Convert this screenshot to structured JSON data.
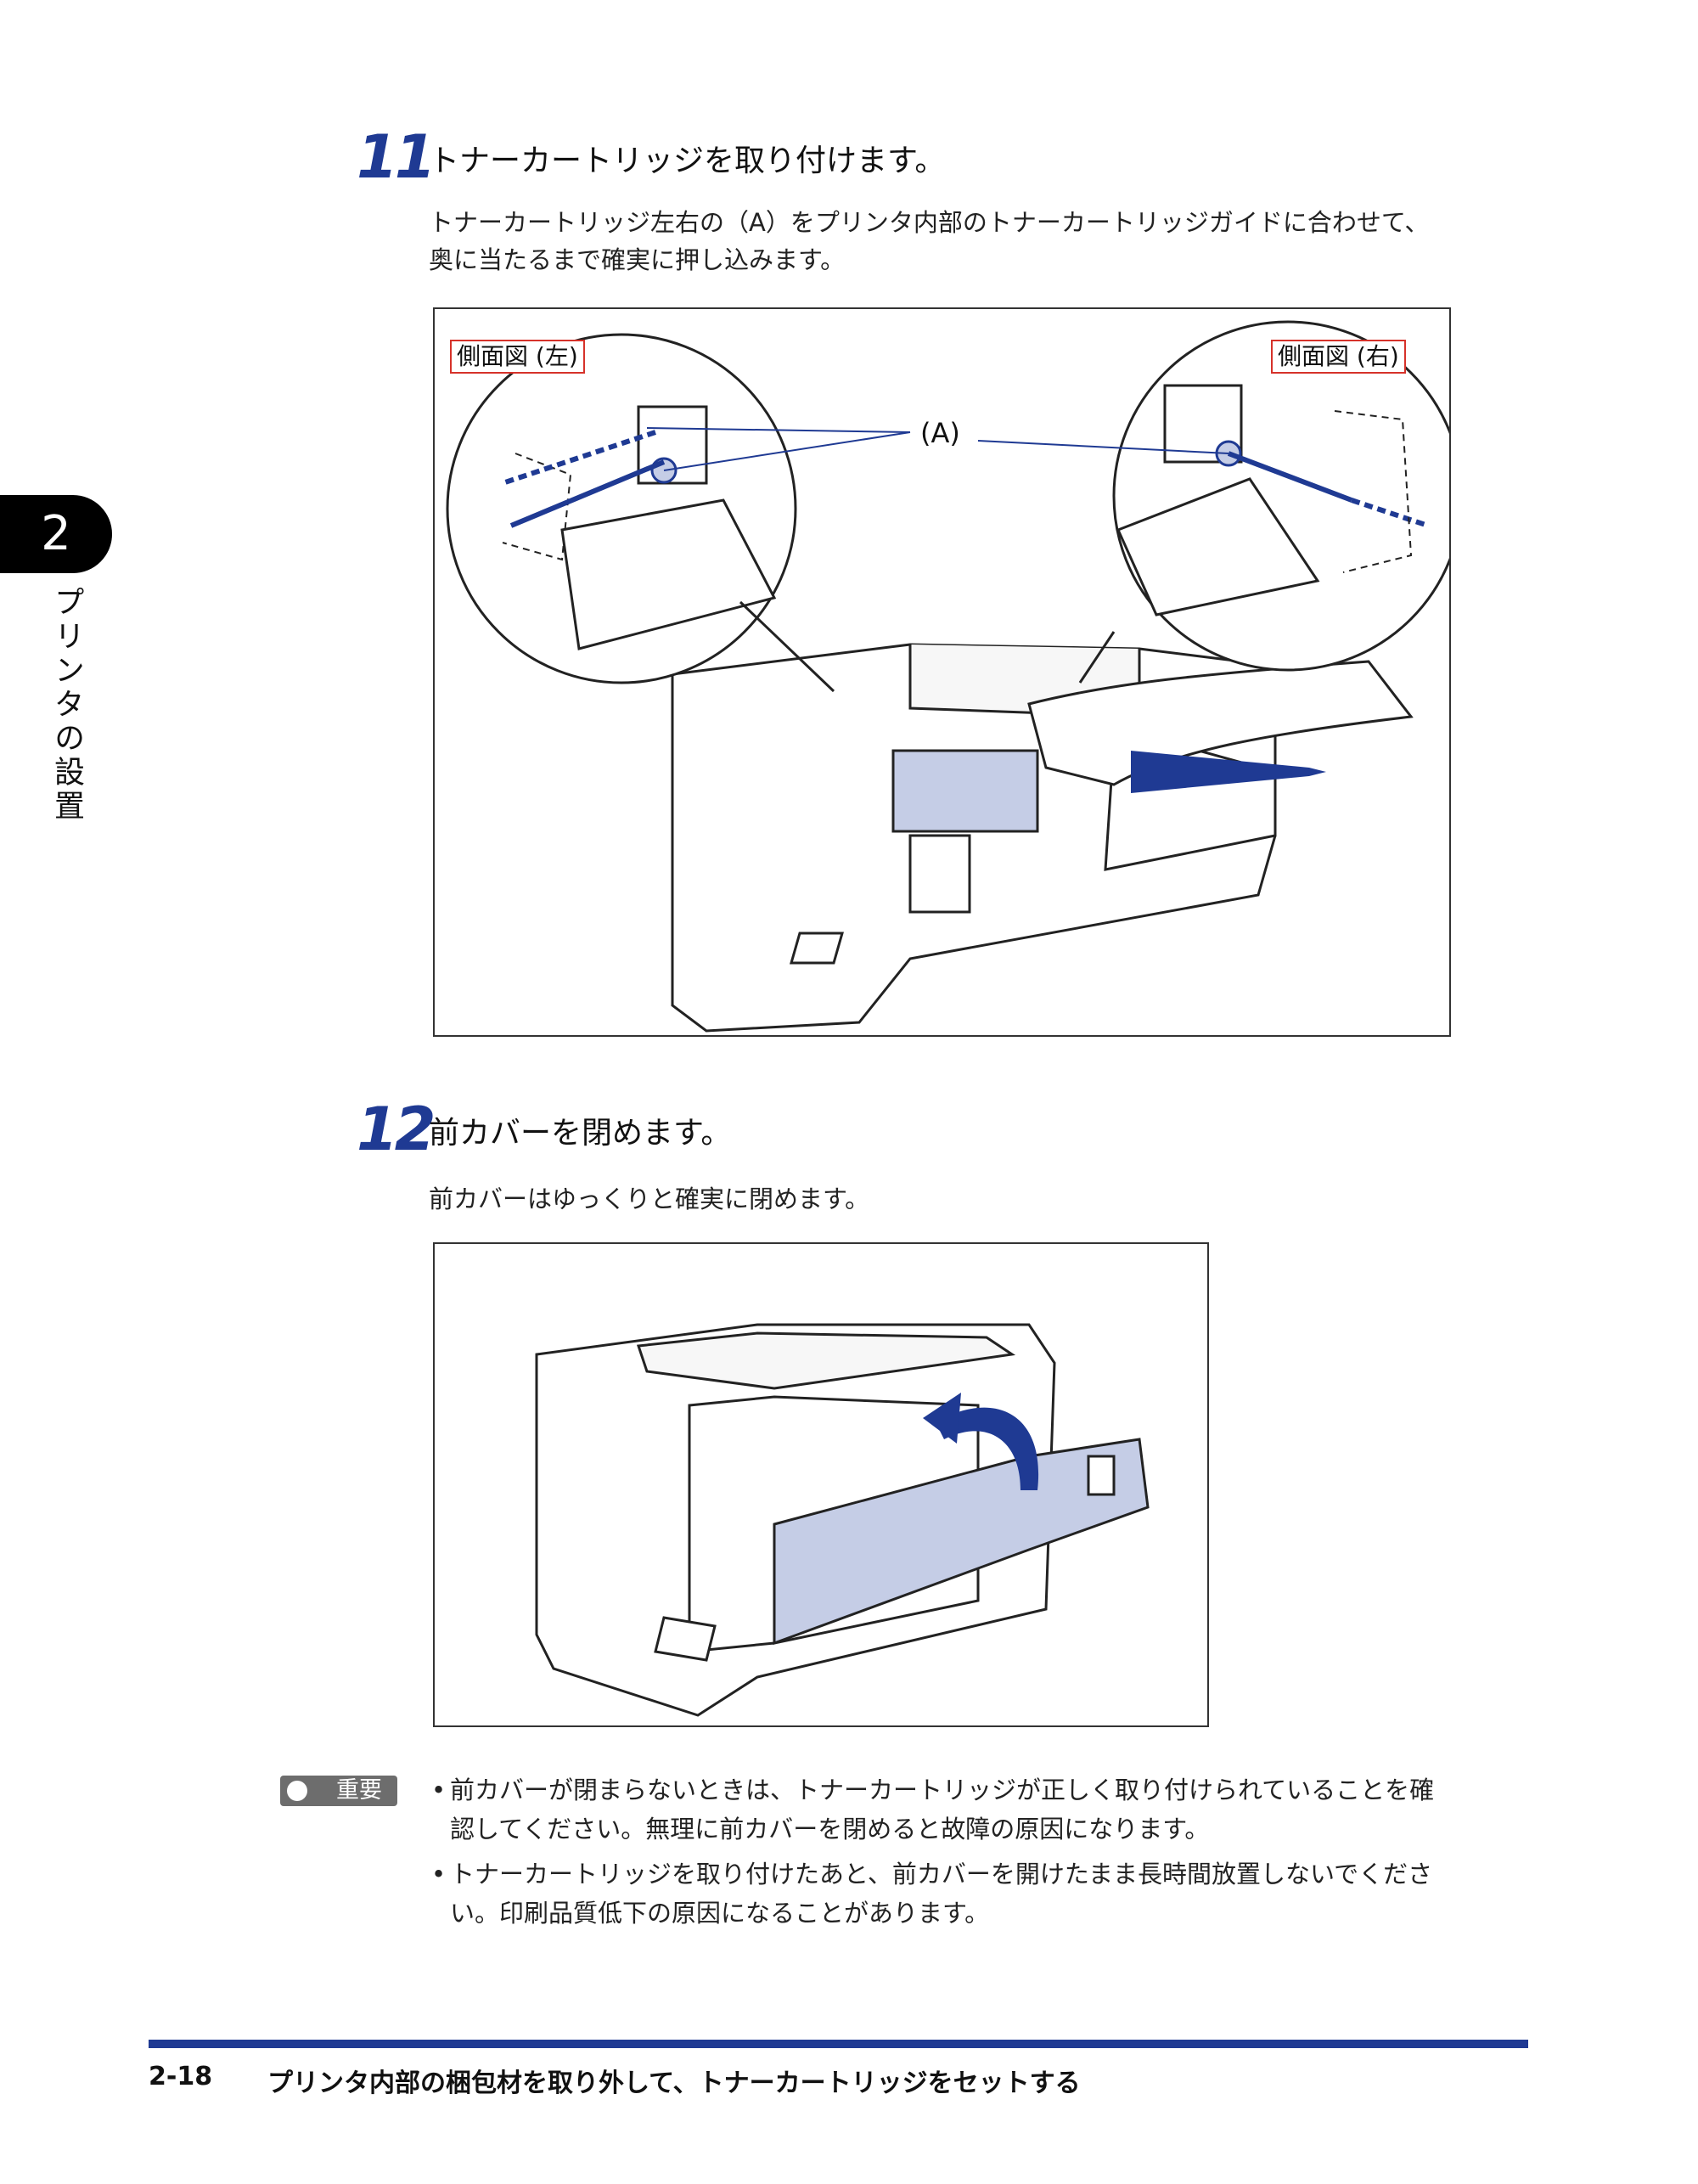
{
  "side_tab": {
    "number": "2",
    "label": "プリンタの設置"
  },
  "step11": {
    "number": "11",
    "title": "トナーカートリッジを取り付けます。",
    "body_line1": "トナーカートリッジ左右の（A）をプリンタ内部のトナーカートリッジガイドに合わせて、",
    "body_line2": "奥に当たるまで確実に押し込みます。",
    "figure": {
      "label_left": "側面図 (左)",
      "label_right": "側面図 (右)",
      "callout": "(A)"
    }
  },
  "step12": {
    "number": "12",
    "title": "前カバーを閉めます。",
    "body": "前カバーはゆっくりと確実に閉めます。"
  },
  "important": {
    "label": "重要",
    "note1_line1": "前カバーが閉まらないときは、トナーカートリッジが正しく取り付けられていることを確",
    "note1_line2": "認してください。無理に前カバーを閉めると故障の原因になります。",
    "note2_line1": "トナーカートリッジを取り付けたあと、前カバーを開けたまま長時間放置しないでくださ",
    "note2_line2": "い。印刷品質低下の原因になることがあります。"
  },
  "footer": {
    "page": "2-18",
    "title": "プリンタ内部の梱包材を取り外して、トナーカートリッジをセットする"
  },
  "colors": {
    "accent": "#1f3a93",
    "label_border": "#d6322a",
    "part_fill": "#c5cde6"
  }
}
